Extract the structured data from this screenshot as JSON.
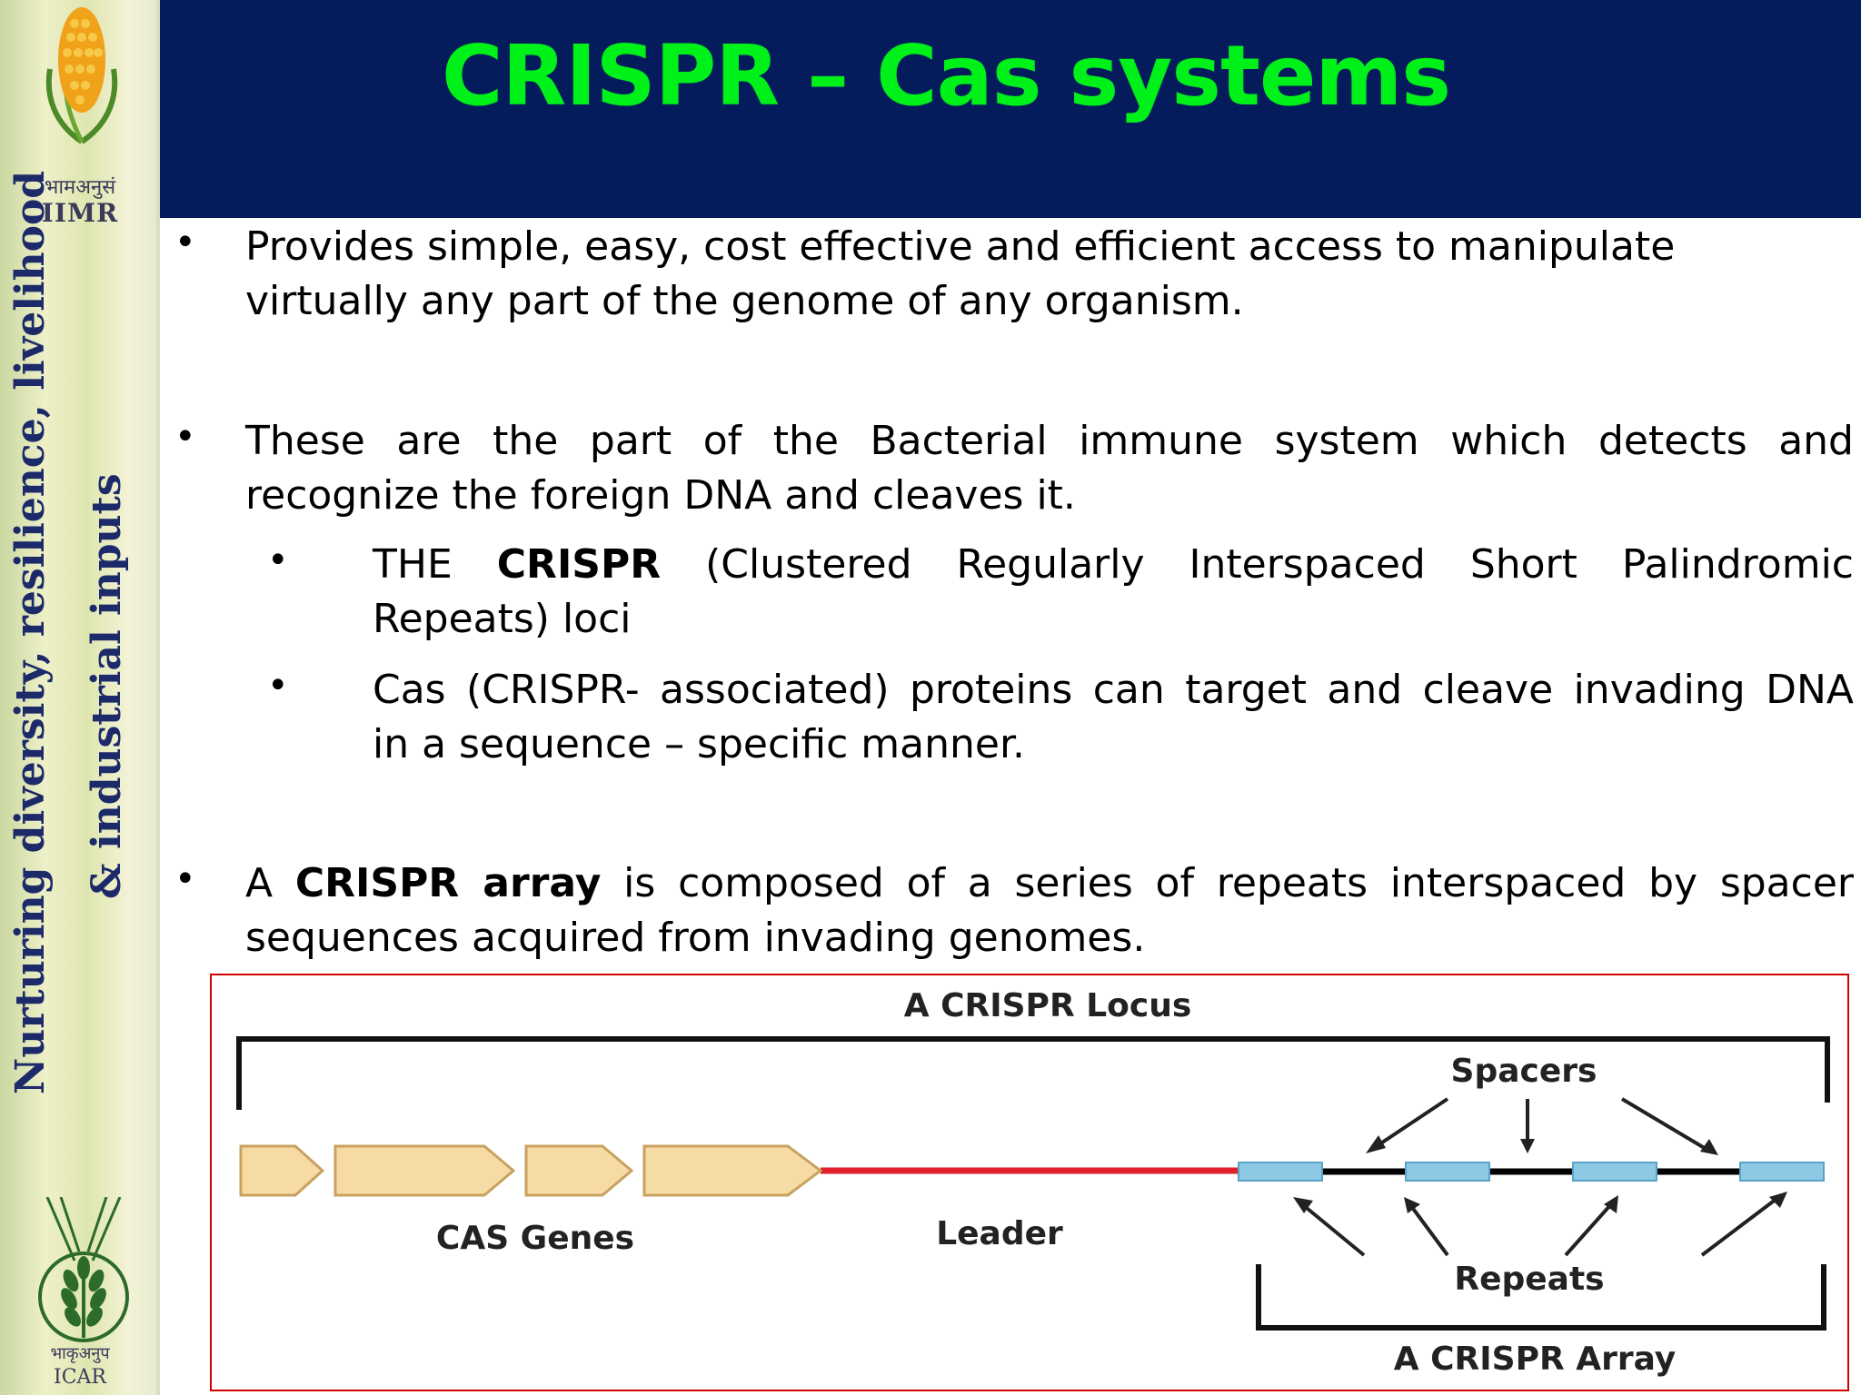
{
  "slide": {
    "title": "CRISPR – Cas systems",
    "colors": {
      "header_bg": "#051c5c",
      "title_color": "#00f01a",
      "frame_border": "#d40000"
    }
  },
  "sidebar": {
    "iimr_hindi": "भामअनुसं",
    "iimr": "IIMR",
    "tagline_line1": "Nurturing diversity, resilience, livelihood",
    "tagline_line2": "& industrial inputs",
    "icar_hindi": "भाकृअनुप",
    "icar": "ICAR"
  },
  "bullets": {
    "b1_line1": "Provides simple, easy, cost effective and efficient access to manipulate",
    "b1_line2": "virtually any part of the genome of  any organism.",
    "b2_line1": "These are the part of  the Bacterial immune system which detects and",
    "b2_line2": "recognize the foreign DNA and cleaves it.",
    "sub1_pre": "THE ",
    "sub1_bold": "CRISPR",
    "sub1_rest": " (Clustered Regularly Interspaced Short Palindromic",
    "sub1_line2": "Repeats) loci",
    "sub2_line1": "Cas (CRISPR- associated) proteins can target and cleave invading DNA",
    "sub2_line2": "in a sequence – specific manner.",
    "b3_pre": "A ",
    "b3_bold": "CRISPR array",
    "b3_rest": " is composed of a series of repeats interspaced by spacer",
    "b3_line2": "sequences acquired from invading genomes."
  },
  "diagram": {
    "locus_label": "A CRISPR Locus",
    "spacers_label": "Spacers",
    "cas_label": "CAS Genes",
    "leader_label": "Leader",
    "repeats_label": "Repeats",
    "array_label": "A CRISPR Array",
    "colors": {
      "gene_fill": "#f7dba4",
      "leader": "#e0202a",
      "spacer": "#8ec9e4",
      "repeat": "#000000"
    }
  }
}
